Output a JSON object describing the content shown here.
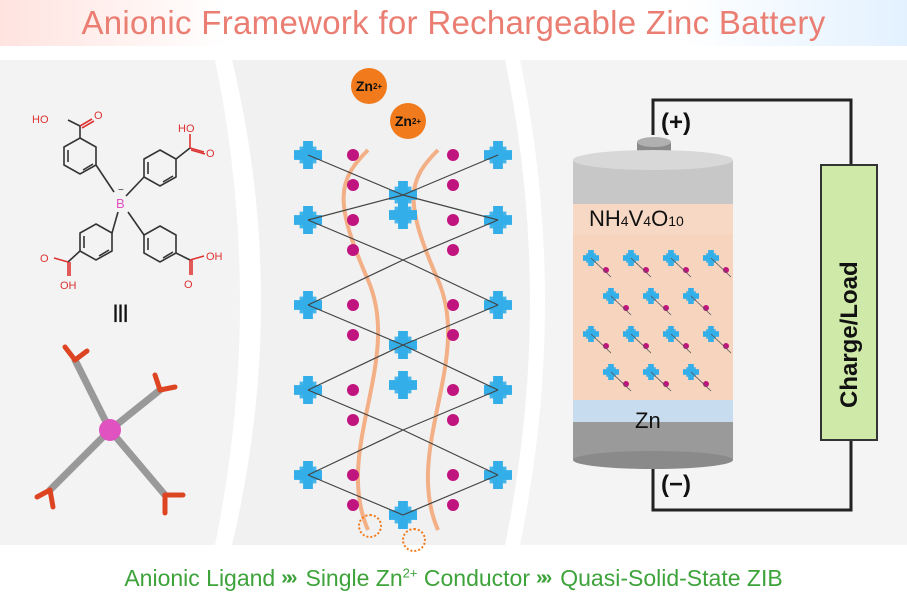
{
  "title": "Anionic Framework for Rechargeable Zinc Battery",
  "ligand": {
    "acid_top_left": "HO",
    "acid_top_right": "HO",
    "acid_bottom_left": "OH",
    "acid_bottom_right": "OH",
    "oxygen": "O",
    "boron": "B",
    "charge": "−",
    "equivalence": "|||"
  },
  "ions": [
    {
      "symbol": "Zn",
      "charge": "2+"
    },
    {
      "symbol": "Zn",
      "charge": "2+"
    }
  ],
  "battery": {
    "positive_terminal": "(+)",
    "negative_terminal": "(−)",
    "cathode_parts": [
      "NH",
      "4",
      "V",
      "4",
      "O",
      "10"
    ],
    "anode": "Zn",
    "load_label": "Charge/Load"
  },
  "bottom": {
    "step1": "Anionic Ligand",
    "step2_pre": "Single Zn",
    "step2_sup": "2+",
    "step2_post": " Conductor",
    "step3": "Quasi-Solid-State ZIB",
    "separator": "»»"
  },
  "colors": {
    "title": "#ea7e72",
    "green": "#3da33a",
    "ion_orange": "#f07a1c",
    "node_blue": "#33aee8",
    "node_magenta": "#c0157e",
    "boron_pink": "#e052c0"
  }
}
